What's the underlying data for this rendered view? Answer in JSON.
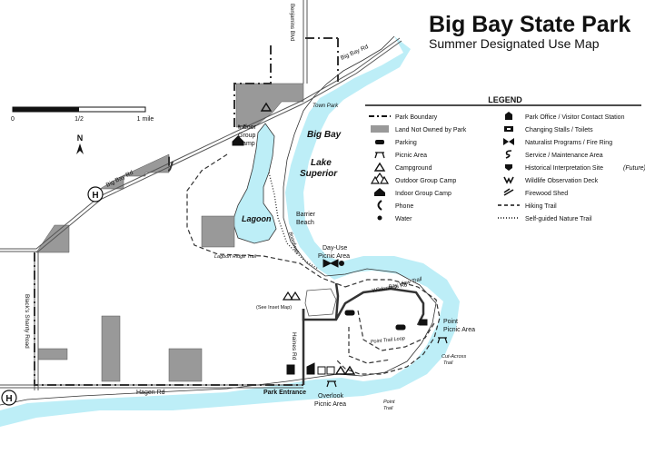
{
  "title": "Big Bay State Park",
  "subtitle": "Summer Designated Use Map",
  "colors": {
    "water": "#bdeef7",
    "land_not_owned": "#999999",
    "road": "#555555",
    "ink": "#111111"
  },
  "scale": {
    "start": "0",
    "mid": "1/2",
    "end": "1 mile"
  },
  "north": "N",
  "legend": {
    "title": "LEGEND",
    "left": [
      {
        "icon": "park-boundary-line",
        "label": "Park Boundary"
      },
      {
        "icon": "gray-box",
        "label": "Land Not Owned by Park"
      },
      {
        "icon": "car-icon",
        "label": "Parking"
      },
      {
        "icon": "picnic-table-icon",
        "label": "Picnic Area"
      },
      {
        "icon": "tent-icon",
        "label": "Campground"
      },
      {
        "icon": "group-tent-icon",
        "label": "Outdoor Group Camp"
      },
      {
        "icon": "cabin-icon",
        "label": "Indoor Group Camp"
      },
      {
        "icon": "phone-icon",
        "label": "Phone"
      },
      {
        "icon": "water-dot-icon",
        "label": "Water"
      }
    ],
    "right": [
      {
        "icon": "office-icon",
        "label": "Park Office / Visitor Contact Station",
        "note": ""
      },
      {
        "icon": "stalls-icon",
        "label": "Changing Stalls / Toilets",
        "note": ""
      },
      {
        "icon": "bowtie-icon",
        "label": "Naturalist Programs / Fire Ring",
        "note": ""
      },
      {
        "icon": "service-icon",
        "label": "Service / Maintenance Area",
        "note": ""
      },
      {
        "icon": "interp-icon",
        "label": "Historical Interpretation Site",
        "note": "(Future)"
      },
      {
        "icon": "deck-icon",
        "label": "Wildlife Observation Deck",
        "note": ""
      },
      {
        "icon": "firewood-icon",
        "label": "Firewood Shed",
        "note": ""
      },
      {
        "icon": "hiking-line",
        "label": "Hiking Trail",
        "note": ""
      },
      {
        "icon": "nature-line",
        "label": "Self-guided Nature Trail",
        "note": ""
      }
    ]
  },
  "labels": {
    "benjamins_blvd": "Benjamins Blvd",
    "big_bay_rd_ne": "Big Bay Rd",
    "big_bay_rd_w": "Big Bay Rd",
    "town_park": "Town Park",
    "indoor_group_camp": [
      "Indoor",
      "Group",
      "Camp"
    ],
    "big_bay": "Big Bay",
    "lake_superior": [
      "Lake",
      "Superior"
    ],
    "lagoon": "Lagoon",
    "barrier_beach": [
      "Barrier",
      "Beach"
    ],
    "boardwalk": "Boardwalk",
    "lagoon_ridge_trail": "Lagoon Ridge Trail",
    "day_use_picnic": [
      "Day-Use",
      "Picnic Area"
    ],
    "bay_view_trail": "Bay View Trail",
    "wilderness_rd": "Wilderness Rd",
    "see_inset": "(See Inset Map)",
    "point_picnic": [
      "Point",
      "Picnic Area"
    ],
    "point_trail_loop": "Point Trail Loop",
    "cut_across_trail": [
      "Cut-Across",
      "Trail"
    ],
    "haines_rd": "Haines Rd",
    "blacks_shanty_road": "Black's Shanty Road",
    "hagen_rd": "Hagen Rd",
    "park_entrance": "Park Entrance",
    "overlook_picnic": [
      "Overlook",
      "Picnic Area"
    ],
    "point_trail": [
      "Point",
      "Trail"
    ],
    "highway_marker": "H"
  }
}
